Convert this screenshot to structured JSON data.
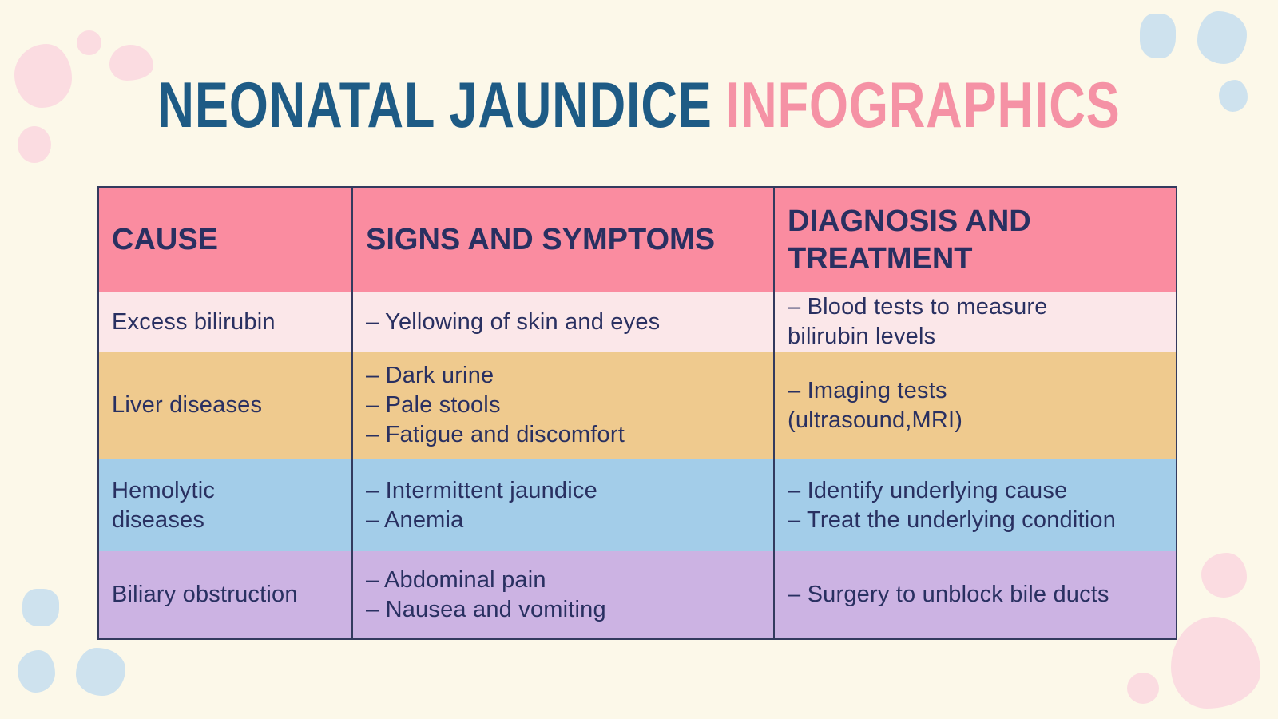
{
  "title": {
    "primary": "NEONATAL JAUNDICE",
    "secondary": "INFOGRAPHICS"
  },
  "table": {
    "headers": [
      "CAUSE",
      "SIGNS AND SYMPTOMS",
      "DIAGNOSIS AND TREATMENT"
    ],
    "rows": [
      {
        "cause": "Excess bilirubin",
        "symptoms": [
          "– Yellowing of skin and eyes"
        ],
        "diagnosis": [
          "– Blood tests to measure\nbilirubin levels"
        ],
        "color": "#FBE7E9"
      },
      {
        "cause": "Liver diseases",
        "symptoms": [
          "– Dark urine",
          "– Pale stools",
          "– Fatigue and discomfort"
        ],
        "diagnosis": [
          "– Imaging tests\n(ultrasound,MRI)"
        ],
        "color": "#EFCA8E"
      },
      {
        "cause": "Hemolytic\ndiseases",
        "symptoms": [
          "– Intermittent jaundice",
          "– Anemia"
        ],
        "diagnosis": [
          "– Identify underlying cause",
          "– Treat the underlying condition"
        ],
        "color": "#A3CDE9"
      },
      {
        "cause": "Biliary obstruction",
        "symptoms": [
          "– Abdominal pain",
          "– Nausea and vomiting"
        ],
        "diagnosis": [
          "– Surgery to unblock bile ducts"
        ],
        "color": "#CCB3E3"
      }
    ]
  },
  "colors": {
    "bg": "#FCF8E9",
    "title-blue": "#1E5B85",
    "title-pink": "#F592A5",
    "header-bg": "#FA8CA0",
    "text": "#293061",
    "border": "#333A5E",
    "blob-pink": "#FBDCE1",
    "blob-blue": "#CEE2EE"
  }
}
